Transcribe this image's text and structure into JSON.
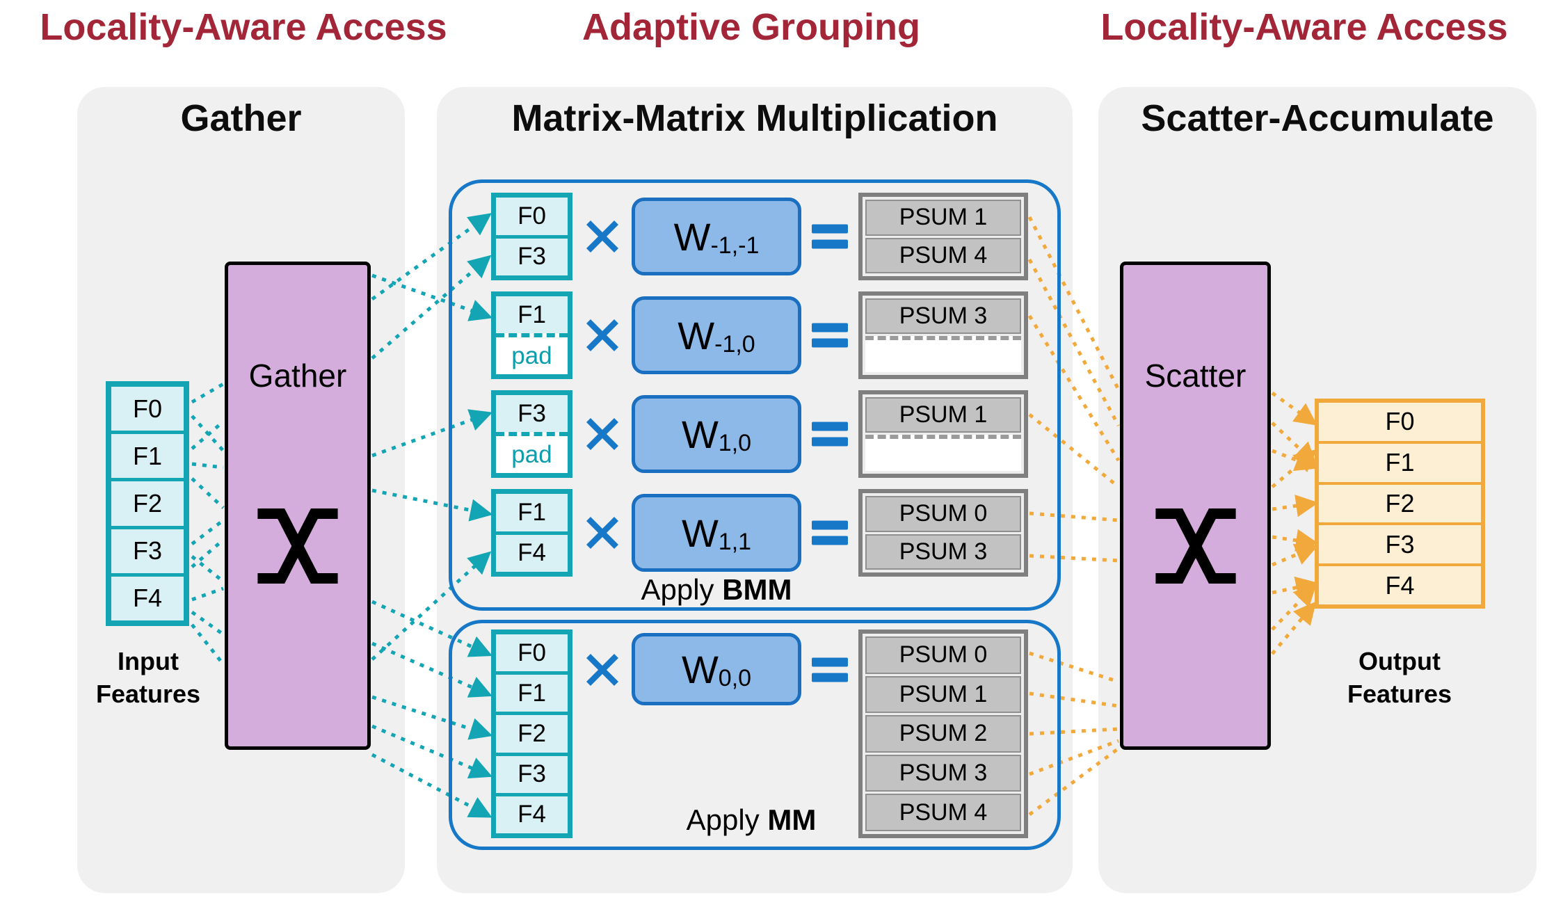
{
  "headers": {
    "left": "Locality-Aware Access",
    "center": "Adaptive Grouping",
    "right": "Locality-Aware Access"
  },
  "panels": {
    "gather": {
      "title": "Gather",
      "unit_label": "Gather",
      "input_features": [
        "F0",
        "F1",
        "F2",
        "F3",
        "F4"
      ],
      "input_label_line1": "Input",
      "input_label_line2": "Features"
    },
    "mmm": {
      "title": "Matrix-Matrix Multiplication",
      "bmm_rows": [
        {
          "in1": "F0",
          "in2": "F3",
          "w_base": "W",
          "w_sub": "-1,-1",
          "out1": "PSUM 1",
          "out2": "PSUM 4"
        },
        {
          "in1": "F1",
          "in2": "pad",
          "w_base": "W",
          "w_sub": "-1,0",
          "out1": "PSUM 3",
          "out2": ""
        },
        {
          "in1": "F3",
          "in2": "pad",
          "w_base": "W",
          "w_sub": "1,0",
          "out1": "PSUM 1",
          "out2": ""
        },
        {
          "in1": "F1",
          "in2": "F4",
          "w_base": "W",
          "w_sub": "1,1",
          "out1": "PSUM 0",
          "out2": "PSUM 3"
        }
      ],
      "apply_bmm": {
        "prefix": "Apply ",
        "bold": "BMM"
      },
      "mm": {
        "inputs": [
          "F0",
          "F1",
          "F2",
          "F3",
          "F4"
        ],
        "w_base": "W",
        "w_sub": "0,0",
        "outputs": [
          "PSUM 0",
          "PSUM 1",
          "PSUM 2",
          "PSUM 3",
          "PSUM 4"
        ]
      },
      "apply_mm": {
        "prefix": "Apply ",
        "bold": "MM"
      }
    },
    "scatter": {
      "title": "Scatter-Accumulate",
      "unit_label": "Scatter",
      "output_features": [
        "F0",
        "F1",
        "F2",
        "F3",
        "F4"
      ],
      "output_label_line1": "Output",
      "output_label_line2": "Features"
    }
  },
  "icons": {
    "multiply": "✖",
    "equals": "=",
    "crossbar": "X"
  },
  "colors": {
    "header_red": "#A32638",
    "teal": "#14A5B5",
    "teal_fill": "#D9F1F4",
    "purple": "#D5ADDC",
    "blue_border": "#1B6FC0",
    "blue_fill": "#8CB9E8",
    "blue_symbol": "#1878C8",
    "psum_fill": "#C2C2C2",
    "psum_border": "#7F7F7F",
    "orange": "#F2A93B",
    "orange_fill": "#FCEFD4",
    "panel_gray": "#F0F0F0"
  }
}
